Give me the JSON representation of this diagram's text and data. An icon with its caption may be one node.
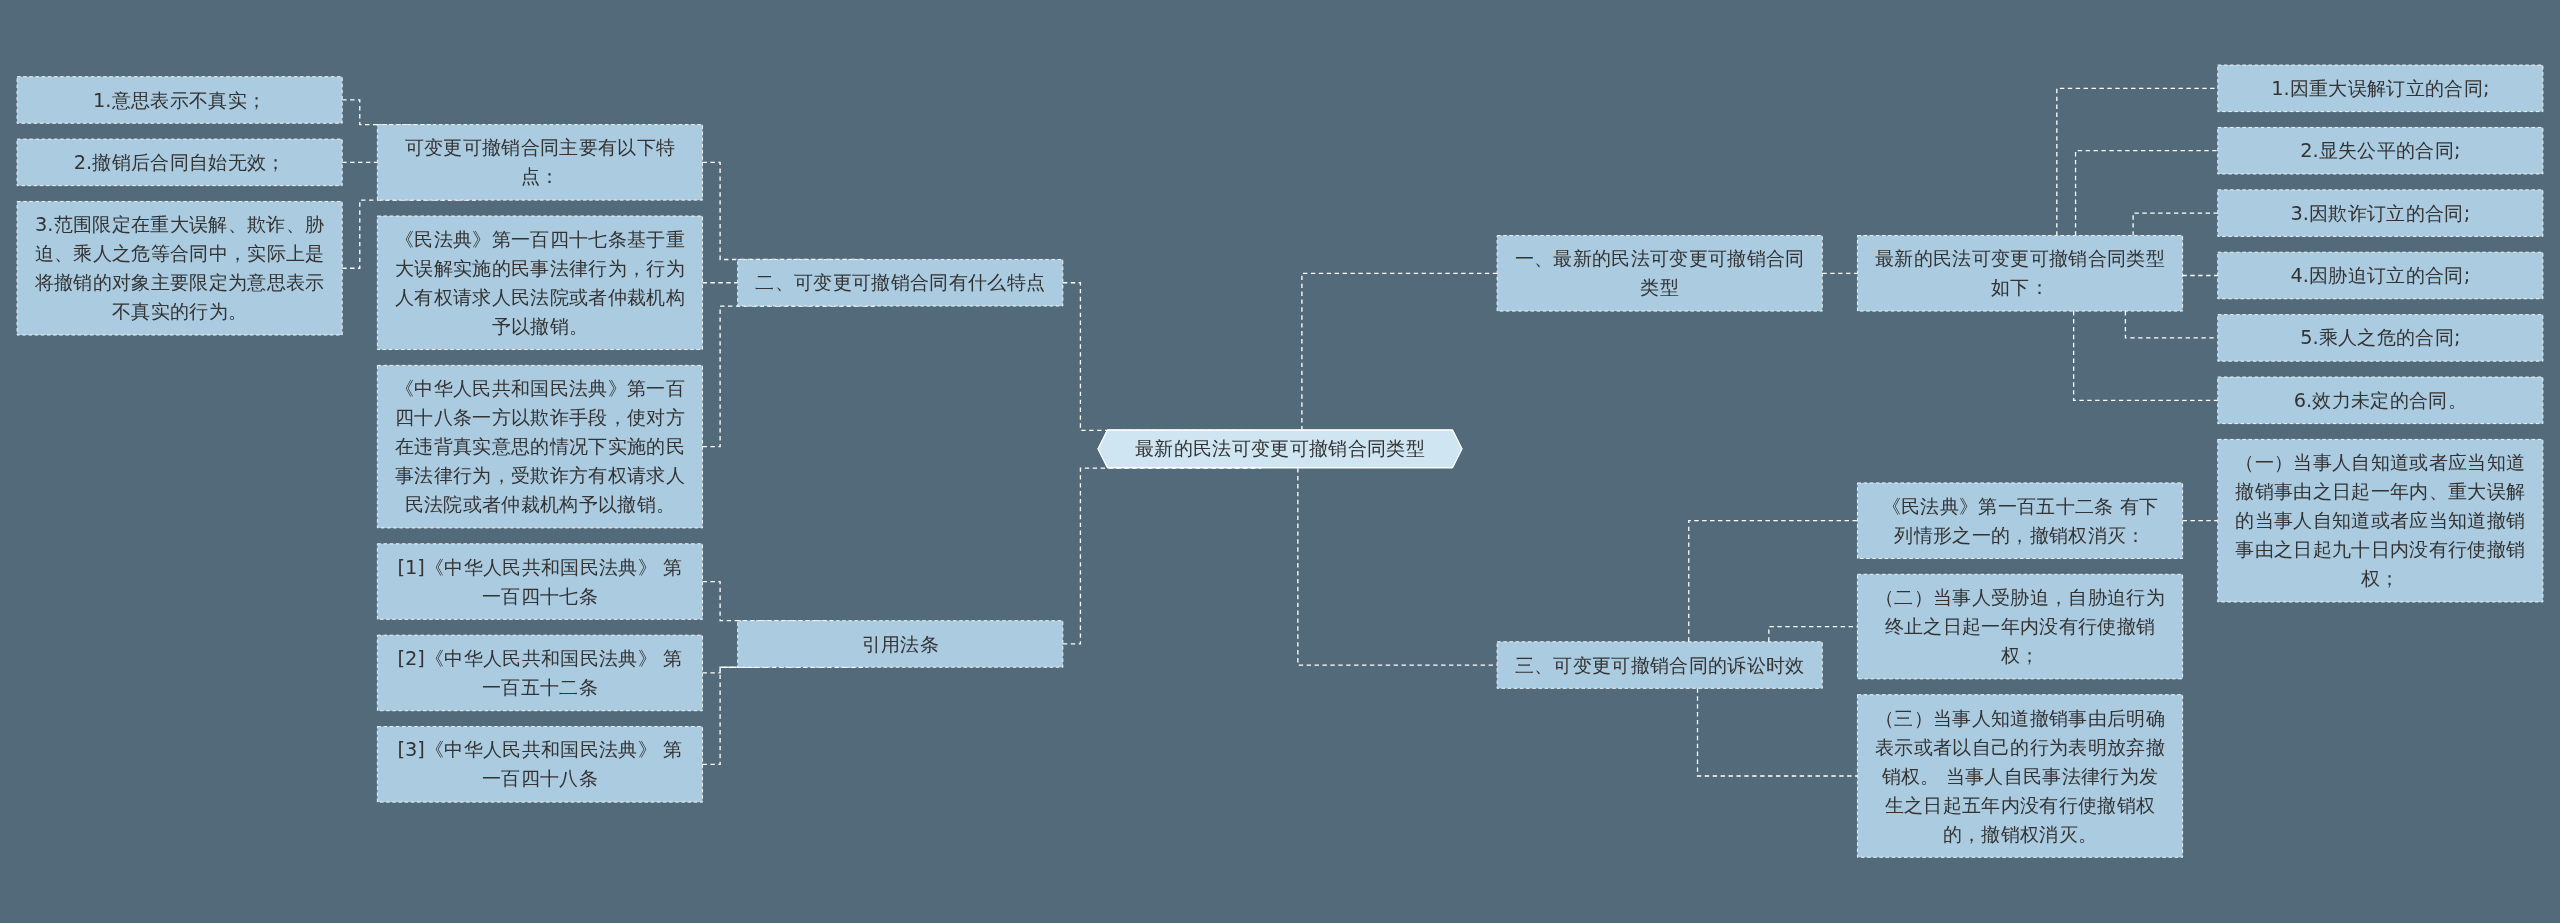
{
  "diagram": {
    "nodes": [
      {
        "text": [
          "最新的民法可变更可撤销合同类型"
        ]
      },
      {
        "text": [
          "一、最新的民法可变更可撤销合同类型"
        ]
      },
      {
        "text": [
          "最新的民法可变更可撤销合同类型如下："
        ]
      },
      {
        "text": [
          "1.因重大误解订立的合同;"
        ]
      },
      {
        "text": [
          "2.显失公平的合同;"
        ]
      },
      {
        "text": [
          "3.因欺诈订立的合同;"
        ]
      },
      {
        "text": [
          "4.因胁迫订立的合同;"
        ]
      },
      {
        "text": [
          "5.乘人之危的合同;"
        ]
      },
      {
        "text": [
          "6.效力未定的合同。"
        ]
      },
      {
        "text": [
          "三、可变更可撤销合同的诉讼时效"
        ]
      },
      {
        "text": [
          "《民法典》第一百五十二条 有下列情形之一的，撤销权消灭："
        ]
      },
      {
        "text": [
          "（一）当事人自知道或者应当知道撤销事由之日起一年内、重大误解的当事人自知道或者应当知道撤销事由之日起九十日内没有行使撤销权；"
        ]
      },
      {
        "text": [
          "（二）当事人受胁迫，自胁迫行为终止之日起一年内没有行使撤销权；"
        ]
      },
      {
        "text": [
          "（三）当事人知道撤销事由后明确表示或者以自己的行为表明放弃撤销权。 当事人自民事法律行为发生之日起五年内没有行使撤销权的，撤销权消灭。"
        ]
      },
      {
        "text": [
          "二、可变更可撤销合同有什么特点"
        ]
      },
      {
        "text": [
          "可变更可撤销合同主要有以下特点："
        ]
      },
      {
        "text": [
          "1.意思表示不真实；"
        ]
      },
      {
        "text": [
          "2.撤销后合同自始无效；"
        ]
      },
      {
        "text": [
          "3.范围限定在重大误解、欺诈、胁迫、乘人之危等合同中，实际上是将撤销的对象主要限定为意思表示不真实的行为。"
        ]
      },
      {
        "text": [
          "《民法典》第一百四十七条基于重大误解实施的民事法律行为，行为人有权请求人民法院或者仲裁机构予以撤销。"
        ]
      },
      {
        "text": [
          "《中华人民共和国民法典》第一百四十八条一方以欺诈手段，使对方在违背真实意思的情况下实施的民事法律行为，受欺诈方有权请求人民法院或者仲裁机构予以撤销。"
        ]
      },
      {
        "text": [
          "引用法条"
        ]
      },
      {
        "text": [
          "[1]《中华人民共和国民法典》 第一百四十七条"
        ]
      },
      {
        "text": [
          "[2]《中华人民共和国民法典》 第一百五十二条"
        ]
      },
      {
        "text": [
          "[3]《中华人民共和国民法典》 第一百四十八条"
        ]
      }
    ],
    "edges": [
      {
        "from": 0,
        "to": 1,
        "arrow": "none",
        "style": "dashed"
      },
      {
        "from": 1,
        "to": 2,
        "arrow": "none",
        "style": "dashed"
      },
      {
        "from": 2,
        "to": 3,
        "arrow": "none",
        "style": "dashed"
      },
      {
        "from": 2,
        "to": 4,
        "arrow": "none",
        "style": "dashed"
      },
      {
        "from": 2,
        "to": 5,
        "arrow": "none",
        "style": "dashed"
      },
      {
        "from": 2,
        "to": 6,
        "arrow": "none",
        "style": "dashed"
      },
      {
        "from": 2,
        "to": 7,
        "arrow": "none",
        "style": "dashed"
      },
      {
        "from": 2,
        "to": 8,
        "arrow": "none",
        "style": "dashed"
      },
      {
        "from": 0,
        "to": 9,
        "arrow": "none",
        "style": "dashed"
      },
      {
        "from": 9,
        "to": 10,
        "arrow": "none",
        "style": "dashed"
      },
      {
        "from": 10,
        "to": 11,
        "arrow": "none",
        "style": "dashed"
      },
      {
        "from": 9,
        "to": 12,
        "arrow": "none",
        "style": "dashed"
      },
      {
        "from": 9,
        "to": 13,
        "arrow": "none",
        "style": "dashed"
      },
      {
        "from": 0,
        "to": 14,
        "arrow": "none",
        "style": "dashed"
      },
      {
        "from": 14,
        "to": 15,
        "arrow": "none",
        "style": "dashed"
      },
      {
        "from": 15,
        "to": 16,
        "arrow": "none",
        "style": "dashed"
      },
      {
        "from": 15,
        "to": 17,
        "arrow": "none",
        "style": "dashed"
      },
      {
        "from": 15,
        "to": 18,
        "arrow": "none",
        "style": "dashed"
      },
      {
        "from": 14,
        "to": 19,
        "arrow": "none",
        "style": "dashed"
      },
      {
        "from": 14,
        "to": 20,
        "arrow": "none",
        "style": "dashed"
      },
      {
        "from": 0,
        "to": 21,
        "arrow": "none",
        "style": "dashed"
      },
      {
        "from": 21,
        "to": 22,
        "arrow": "none",
        "style": "dashed"
      },
      {
        "from": 21,
        "to": 23,
        "arrow": "none",
        "style": "dashed"
      },
      {
        "from": 21,
        "to": 24,
        "arrow": "none",
        "style": "dashed"
      }
    ]
  }
}
